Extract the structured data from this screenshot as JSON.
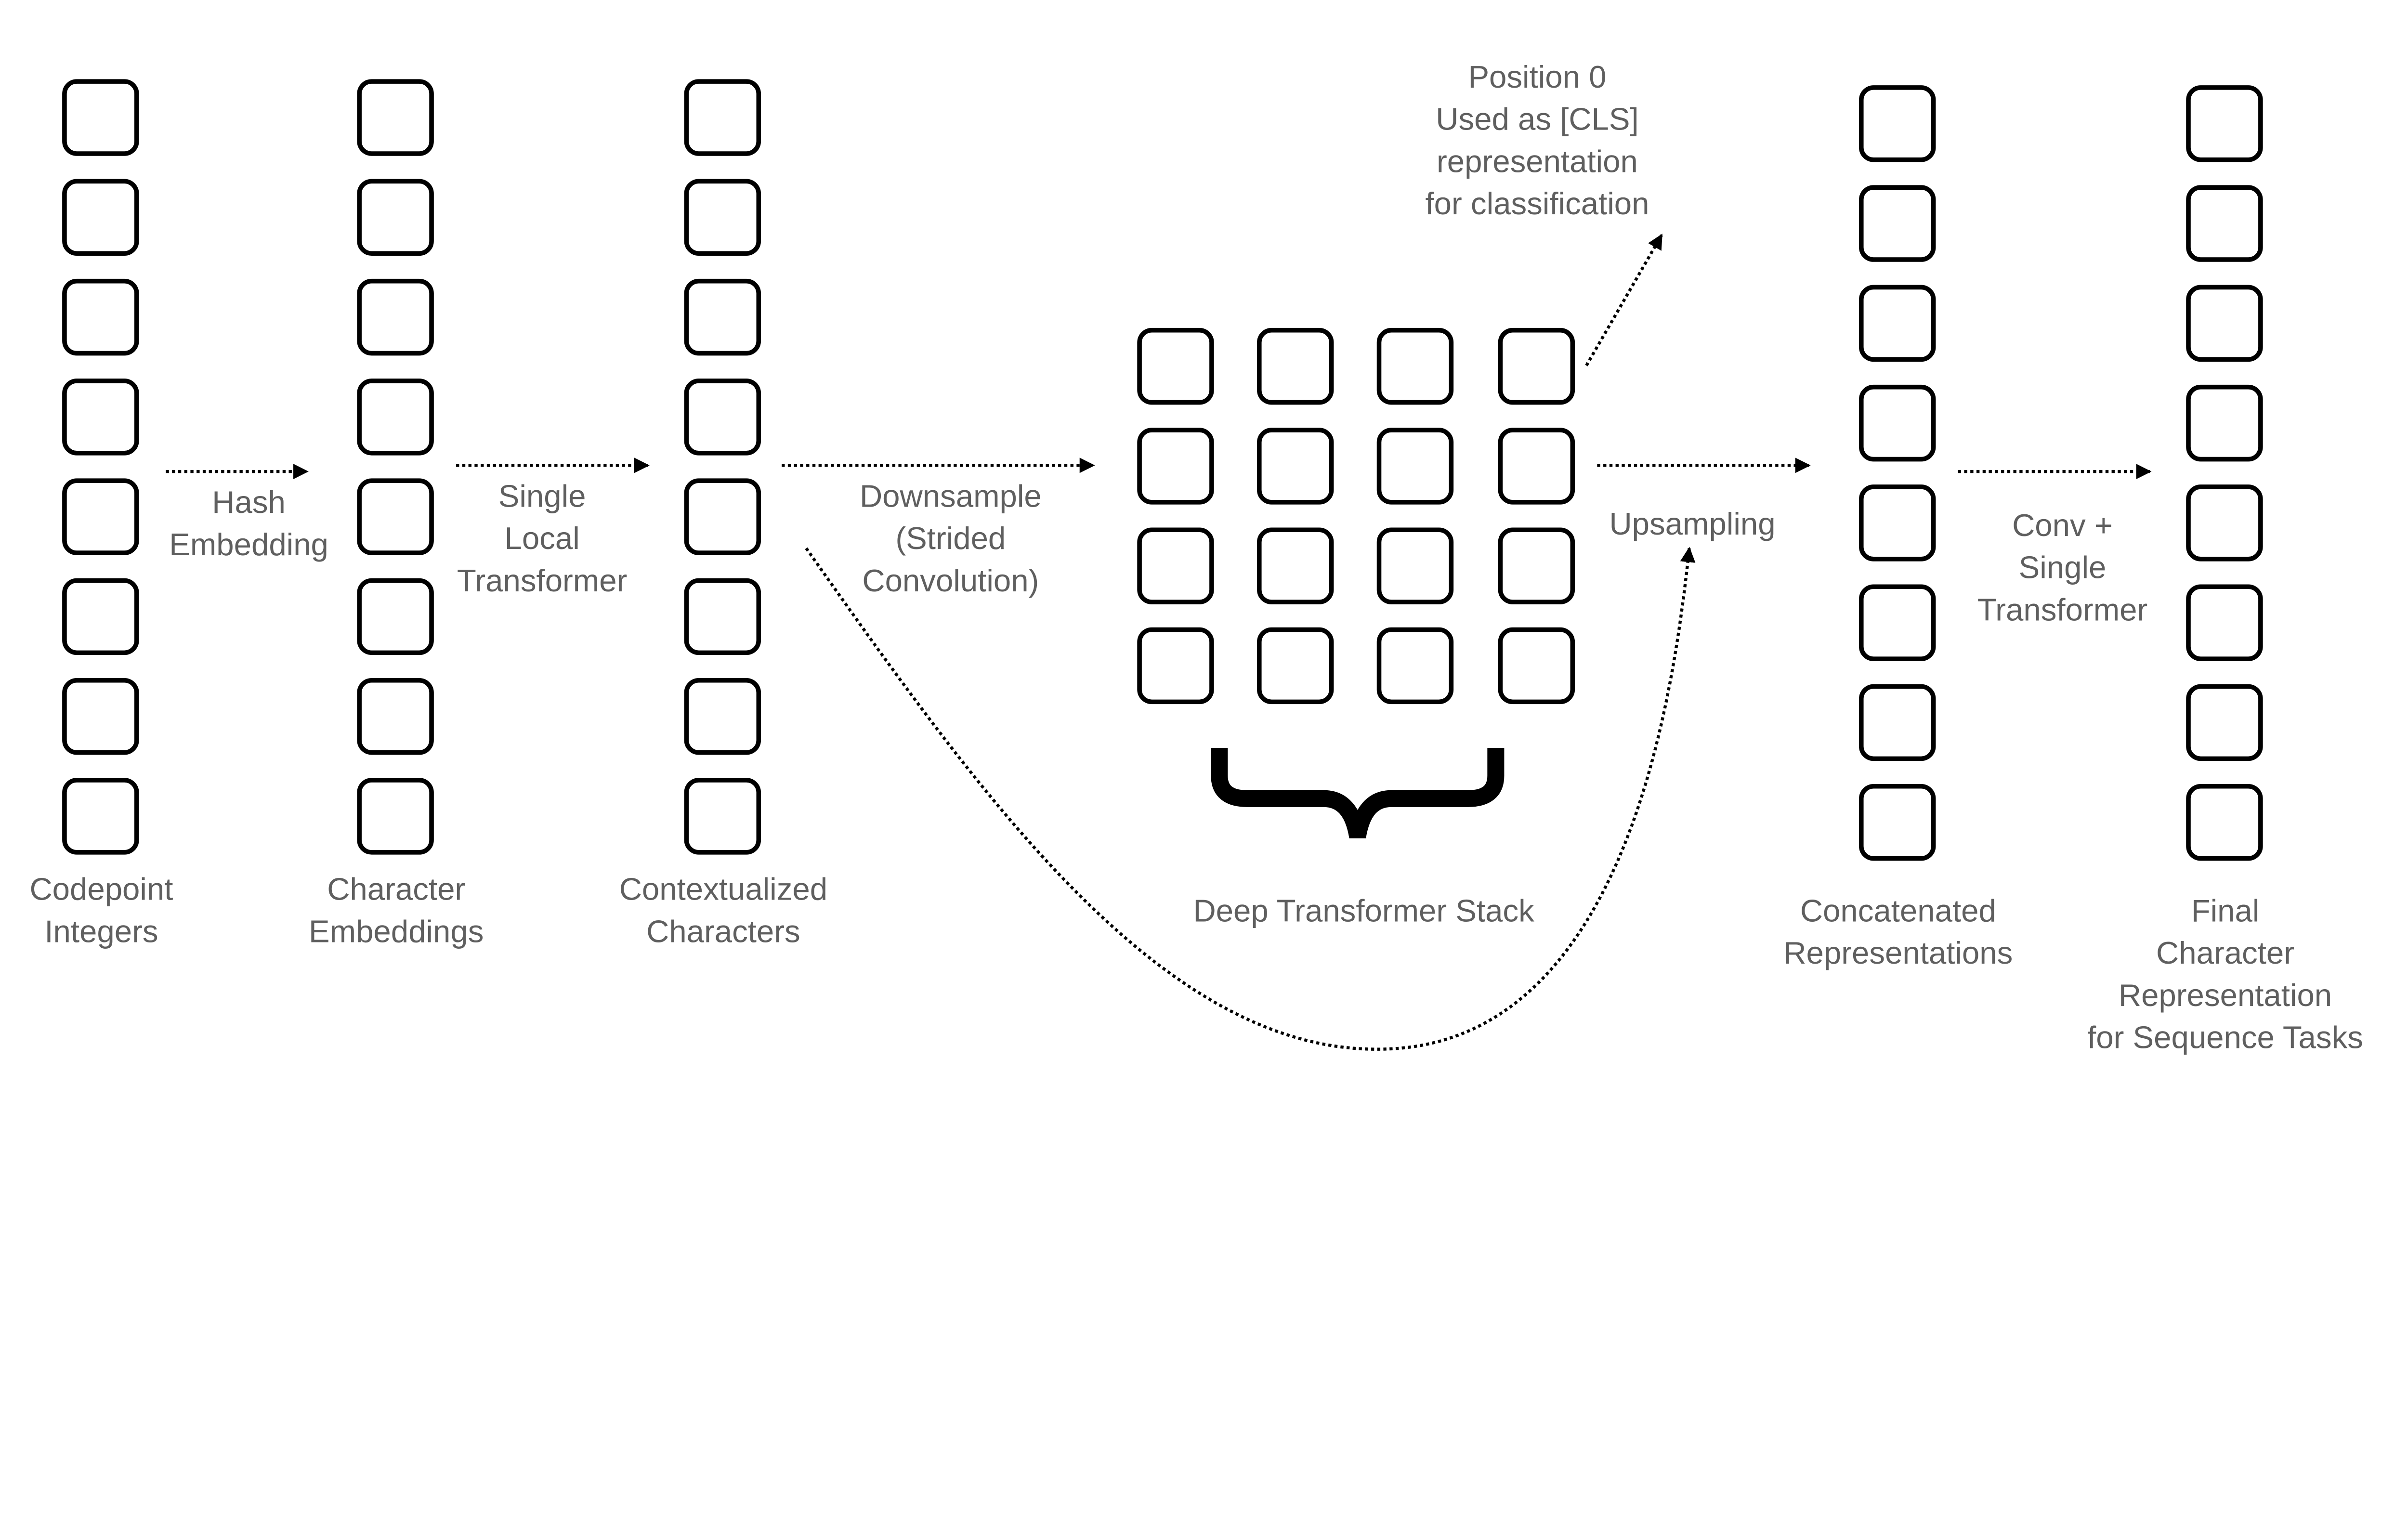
{
  "labels": {
    "codepoint": [
      "Codepoint",
      "Integers"
    ],
    "char_emb": [
      "Character",
      "Embeddings"
    ],
    "contextualized": [
      "Contextualized",
      "Characters"
    ],
    "deep_stack": [
      "Deep Transformer Stack"
    ],
    "concatenated": [
      "Concatenated",
      "Representations"
    ],
    "final": [
      "Final",
      "Character",
      "Representation",
      "for Sequence Tasks"
    ],
    "hash": [
      "Hash",
      "Embedding"
    ],
    "local": [
      "Single",
      "Local",
      "Transformer"
    ],
    "downsample": [
      "Downsample",
      "(Strided",
      "Convolution)"
    ],
    "upsampling": [
      "Upsampling"
    ],
    "conv": [
      "Conv +",
      "Single",
      "Transformer"
    ],
    "cls": [
      "Position 0",
      "Used as [CLS]",
      "representation",
      "for classification"
    ]
  },
  "colors": {
    "text": "#5f5f5f",
    "stroke": "#000000"
  },
  "structure": {
    "column_box_count": 8,
    "grid_rows": 4,
    "grid_cols": 4
  }
}
